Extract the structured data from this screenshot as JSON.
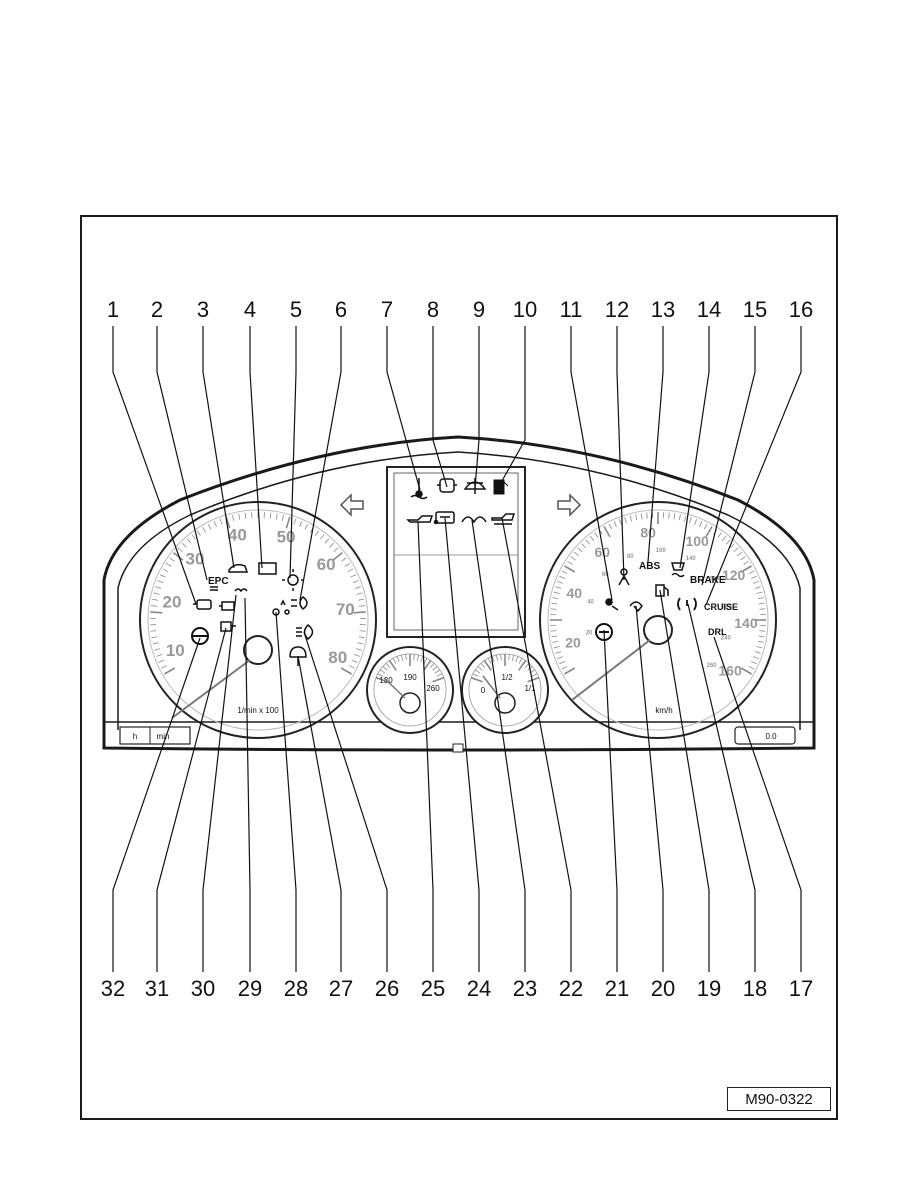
{
  "figure_id": "M90-0322",
  "top_callouts": [
    "1",
    "2",
    "3",
    "4",
    "5",
    "6",
    "7",
    "8",
    "9",
    "10",
    "11",
    "12",
    "13",
    "14",
    "15",
    "16"
  ],
  "bottom_callouts": [
    "32",
    "31",
    "30",
    "29",
    "28",
    "27",
    "26",
    "25",
    "24",
    "23",
    "22",
    "21",
    "20",
    "19",
    "18",
    "17"
  ],
  "tachometer": {
    "scale": [
      "10",
      "20",
      "30",
      "40",
      "50",
      "60",
      "70",
      "80"
    ],
    "unit_label": "1/min x 100"
  },
  "speedometer": {
    "scale_kmh": [
      "20",
      "40",
      "60",
      "80",
      "100",
      "120",
      "140",
      "160"
    ],
    "scale_small": [
      "20",
      "40",
      "60",
      "80",
      "100",
      "140",
      "200",
      "220",
      "240",
      "260"
    ],
    "unit_label": "km/h"
  },
  "temp_gauge": {
    "labels": [
      "130",
      "190",
      "260"
    ]
  },
  "fuel_gauge": {
    "labels": [
      "0",
      "1/2",
      "1/1"
    ]
  },
  "warning_labels": {
    "epc": "EPC",
    "abs": "ABS",
    "brake": "BRAKE",
    "cruise": "CRUISE",
    "drl": "DRL"
  },
  "odometer_left": {
    "h_label": "h",
    "min_label": "min"
  },
  "odometer_right": {
    "value": "0.0"
  }
}
